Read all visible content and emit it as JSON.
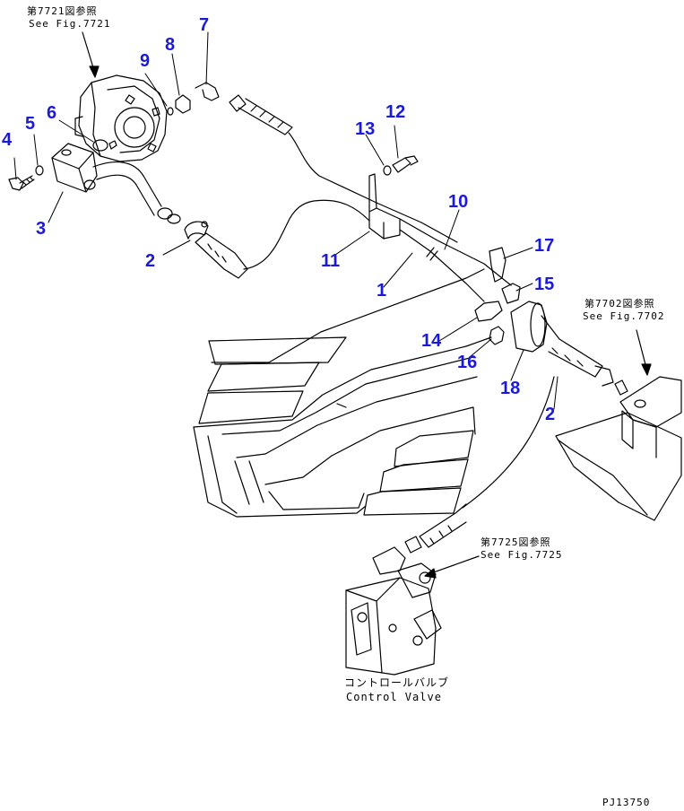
{
  "references": [
    {
      "id": "ref-7721",
      "jp": "第7721図参照",
      "en": "See Fig.7721"
    },
    {
      "id": "ref-7702",
      "jp": "第7702図参照",
      "en": "See Fig.7702"
    },
    {
      "id": "ref-7725",
      "jp": "第7725図参照",
      "en": "See Fig.7725"
    }
  ],
  "part_numbers": [
    "1",
    "2",
    "2",
    "3",
    "4",
    "5",
    "6",
    "7",
    "8",
    "9",
    "10",
    "11",
    "12",
    "13",
    "14",
    "15",
    "16",
    "17",
    "18"
  ],
  "control_valve": {
    "jp": "コントロールバルブ",
    "en": "Control Valve"
  },
  "drawing_id": "PJ13750",
  "colors": {
    "callout": "#1a1adc",
    "line": "#000000",
    "background": "#ffffff"
  }
}
